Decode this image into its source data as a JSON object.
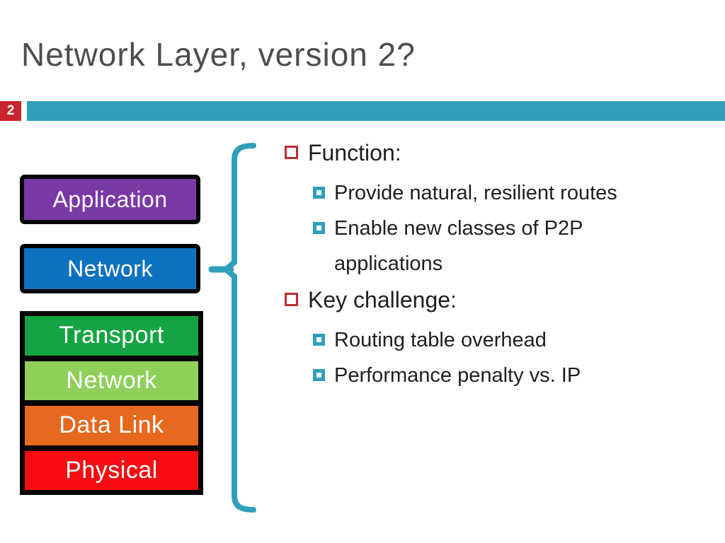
{
  "slide": {
    "title": "Network Layer, version 2?",
    "page_number": "2"
  },
  "colors": {
    "accent_teal": "#2f9fba",
    "badge_red": "#c9242e",
    "bullet_red_outline": "#bf2b30",
    "title_gray": "#4d4d4d",
    "body_text": "#1f1f1f",
    "box_border_black": "#000000",
    "application_purple": "#7b39a6",
    "network_blue": "#0c72c0",
    "transport_green": "#14a443",
    "network_light_green": "#8ed05a",
    "data_link_orange": "#e7691f",
    "physical_red": "#f90d12"
  },
  "diagram": {
    "upper_boxes": [
      {
        "label": "Application"
      },
      {
        "label": "Network"
      }
    ],
    "stack_layers": [
      {
        "label": "Transport"
      },
      {
        "label": "Network"
      },
      {
        "label": "Data Link"
      },
      {
        "label": "Physical"
      }
    ],
    "brace_icon": "left-curly-brace"
  },
  "content": {
    "items": [
      {
        "level": 1,
        "text": "Function:"
      },
      {
        "level": 2,
        "text": "Provide natural, resilient routes"
      },
      {
        "level": 2,
        "text": "Enable new classes of P2P applications"
      },
      {
        "level": 1,
        "text": "Key challenge:"
      },
      {
        "level": 2,
        "text": "Routing table overhead"
      },
      {
        "level": 2,
        "text": "Performance penalty vs. IP"
      }
    ]
  }
}
